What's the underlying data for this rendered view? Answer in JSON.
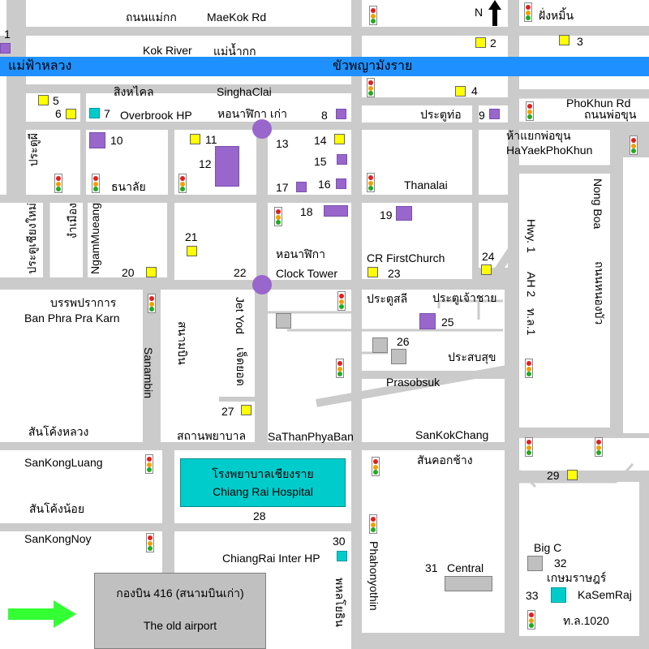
{
  "river": {
    "thai_west": "แม่ฟ้าหลวง",
    "thai_east": "ขัวพญามังราย",
    "color": "#1e90ff"
  },
  "compass": {
    "label": "N"
  },
  "streets": {
    "maekok_th": "ถนนแม่กก",
    "maekok_en": "MaeKok Rd",
    "kok_river_en": "Kok River",
    "kok_river_th": "แม่น้ำกก",
    "fang_muen_th": "ฝั่งหมิ้น",
    "singhaclai_th": "สิงหไคล",
    "singhaclai_en": "SinghaClai",
    "old_clock_th": "หอนาฬิกา เก่า",
    "pratu_tha_th": "ประตูท่อ",
    "phokhun_en": "PhoKhun Rd",
    "phokhun_th": "ถนนพ่อขุน",
    "hayaek_th": "ห้าแยกพ่อขุน",
    "hayaek_en": "HaYaekPhoKhun",
    "pratu_phi_th": "ประตูผี",
    "thanalai_th": "ธนาลัย",
    "thanalai_en": "Thanalai",
    "nong_boa_en": "Nong Boa",
    "nong_boa_th": "ถนนหนองบัว",
    "pratu_chiang_mai_th": "ประตูเชียงใหม่",
    "ngam_mueang_th": "งำเมือง",
    "ngam_mueang_en": "NgamMueang",
    "clock_tower_th": "หอนาฬิกา",
    "clock_tower_en": "Clock Tower",
    "cr_first_church": "CR FirstChurch",
    "hwy1": "Hwy. 1",
    "ah2": "AH 2",
    "tl1": "ท.ล.1",
    "ban_phra_th": "บรรพปราการ",
    "ban_phra_en": "Ban Phra Pra Karn",
    "jet_yod_en": "Jet Yod",
    "jet_yod_th": "เจ็ดยอด",
    "sanambin_th": "สนามบิน",
    "sanambin_en": "Sanambin",
    "pratu_sali_th": "ประตูสลี",
    "pratu_chao_chai_th": "ประตูเจ้าชาย",
    "prasobsuk_th": "ประสบสุข",
    "prasobsuk_en": "Prasobsuk",
    "san_khong_luang_th": "สันโค้งหลวง",
    "san_khong_luang_en": "SanKongLuang",
    "sathan_phayaban_th": "สถานพยาบาล",
    "sathan_phayaban_en": "SaThanPhyaBan",
    "sankok_chang_en": "SanKokChang",
    "sankok_chang_th": "สันคอกช้าง",
    "san_khong_noi_th": "สันโค้งน้อย",
    "san_khong_noi_en": "SanKongNoy",
    "phahonyothin_th": "พหลโยธิน",
    "phahonyothin_en": "Phahonyothin",
    "tl1020": "ท.ล.1020"
  },
  "hospital": {
    "thai": "โรงพยาบาลเชียงราย",
    "english": "Chiang Rai Hospital",
    "color": "#00cccc"
  },
  "airport": {
    "thai": "กองบิน 416 (สนามบินเก่า)",
    "english": "The old airport",
    "color": "#c0c0c0"
  },
  "places": {
    "overbrook_hp": "Overbrook HP",
    "chiangrai_inter_hp": "ChiangRai Inter HP",
    "central": "Central",
    "big_c": "Big C",
    "kasemraj_th": "เกษมราษฎร์",
    "kasemraj_en": "KaSemRaj"
  },
  "numbers": {
    "n1": "1",
    "n2": "2",
    "n3": "3",
    "n4": "4",
    "n5": "5",
    "n6": "6",
    "n7": "7",
    "n8": "8",
    "n9": "9",
    "n10": "10",
    "n11": "11",
    "n12": "12",
    "n13": "13",
    "n14": "14",
    "n15": "15",
    "n16": "16",
    "n17": "17",
    "n18": "18",
    "n19": "19",
    "n20": "20",
    "n21": "21",
    "n22": "22",
    "n23": "23",
    "n24": "24",
    "n25": "25",
    "n26": "26",
    "n27": "27",
    "n28": "28",
    "n29": "29",
    "n30": "30",
    "n31": "31",
    "n32": "32",
    "n33": "33"
  },
  "marker_colors": {
    "guesthouse": "#ffff00",
    "hotel": "#9966cc",
    "hospital": "#00cccc",
    "landmark": "#c0c0c0",
    "arrow": "#33ff33"
  }
}
